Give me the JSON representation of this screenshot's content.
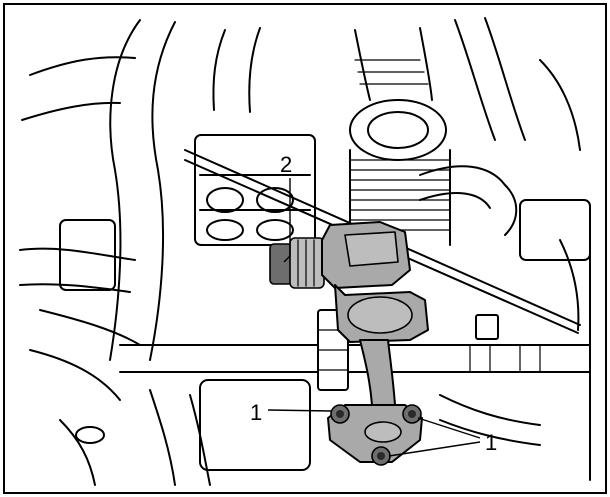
{
  "callouts": {
    "part_1_left": "1",
    "part_1_right": "1",
    "part_2": "2"
  },
  "colors": {
    "highlight_fill": "#a9a9a9",
    "line": "#000000",
    "background": "#ffffff"
  }
}
